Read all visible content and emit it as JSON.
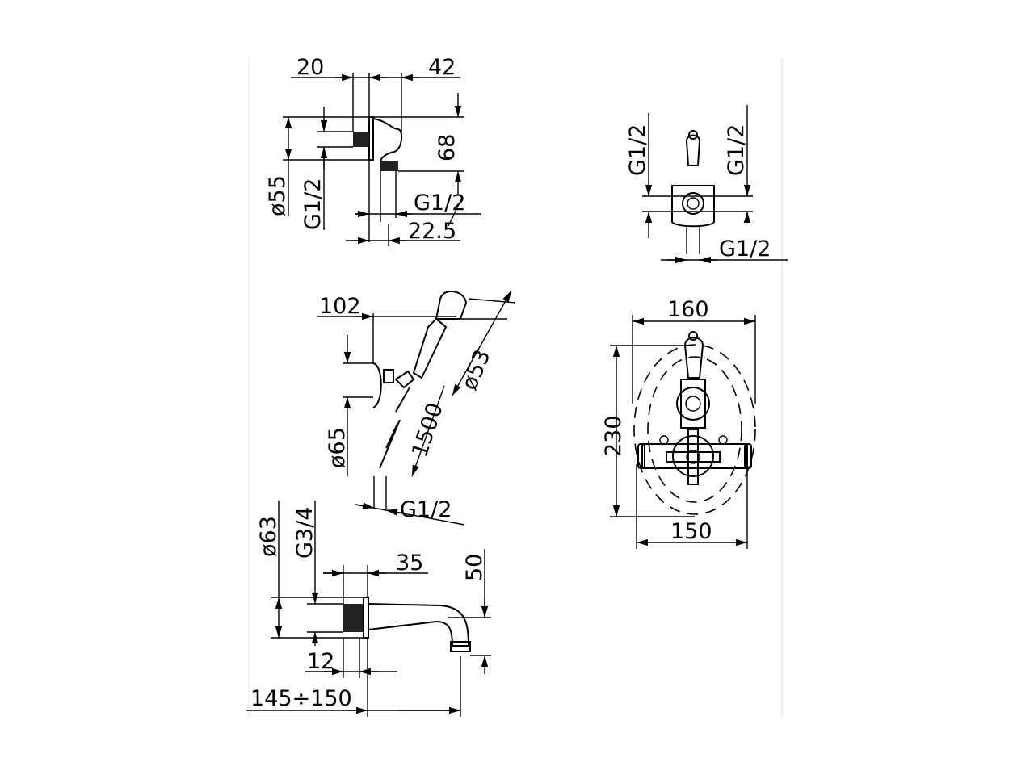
{
  "wall_elbow": {
    "width_left": "20",
    "width_right": "42",
    "height": "68",
    "flange_diameter": "ø55",
    "inlet_thread": "G1/2",
    "outlet_thread": "G1/2",
    "outlet_offset": "22.5"
  },
  "valve_side": {
    "left_thread": "G1/2",
    "right_thread": "G1/2",
    "bottom_thread": "G1/2"
  },
  "hand_shower": {
    "projection": "102",
    "head_diameter": "ø53",
    "holder_diameter": "ø65",
    "hose_length": "1500",
    "hose_thread": "G1/2"
  },
  "valve_front": {
    "width_top": "160",
    "height": "230",
    "width_bottom": "150"
  },
  "spout": {
    "flange_diameter": "ø63",
    "thread": "G3/4",
    "flange_depth": "35",
    "drop": "50",
    "thread_length": "12",
    "projection": "145÷150"
  }
}
